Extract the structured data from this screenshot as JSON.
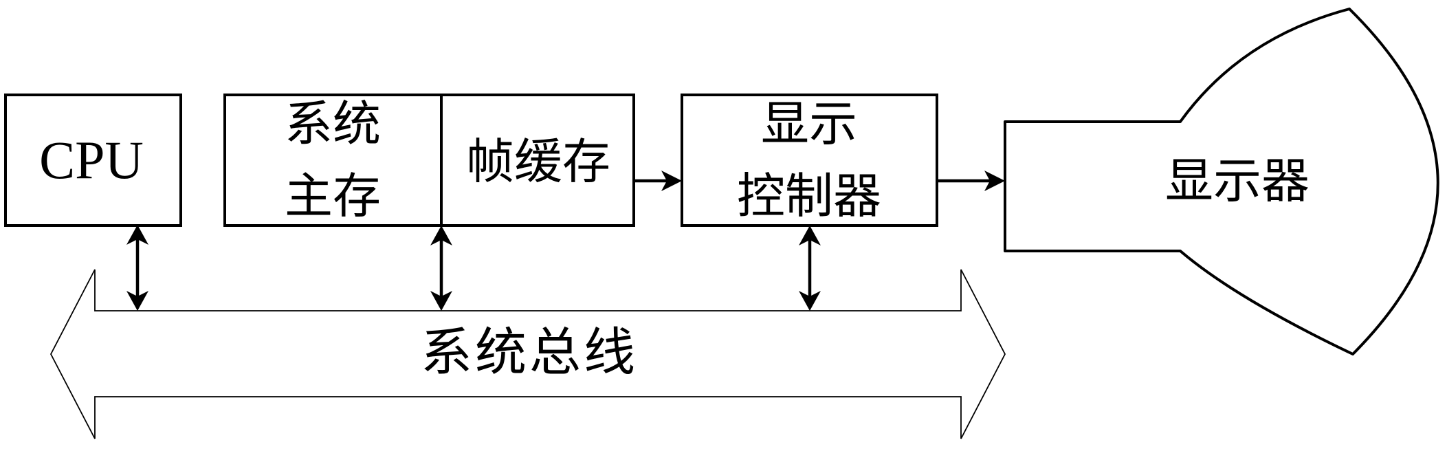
{
  "diagram": {
    "type": "block-diagram",
    "background_color": "#ffffff",
    "line_color": "#000000",
    "nodes": {
      "cpu": {
        "label": "CPU"
      },
      "system_memory": {
        "label_line1": "系统",
        "label_line2": "主存"
      },
      "frame_buffer": {
        "label": "帧缓存"
      },
      "display_controller": {
        "label_line1": "显示",
        "label_line2": "控制器"
      },
      "monitor": {
        "label": "显示器"
      },
      "system_bus": {
        "label": "系统总线"
      }
    },
    "connections": [
      {
        "from": "cpu",
        "to": "system_bus",
        "type": "double-arrow-vertical"
      },
      {
        "from": "frame_buffer",
        "to": "system_bus",
        "type": "double-arrow-vertical"
      },
      {
        "from": "display_controller",
        "to": "system_bus",
        "type": "double-arrow-vertical"
      },
      {
        "from": "frame_buffer",
        "to": "display_controller",
        "type": "arrow-right"
      },
      {
        "from": "display_controller",
        "to": "monitor",
        "type": "arrow-right"
      },
      {
        "bus": "system_bus",
        "type": "double-headed-horizontal-block-arrow"
      }
    ]
  }
}
